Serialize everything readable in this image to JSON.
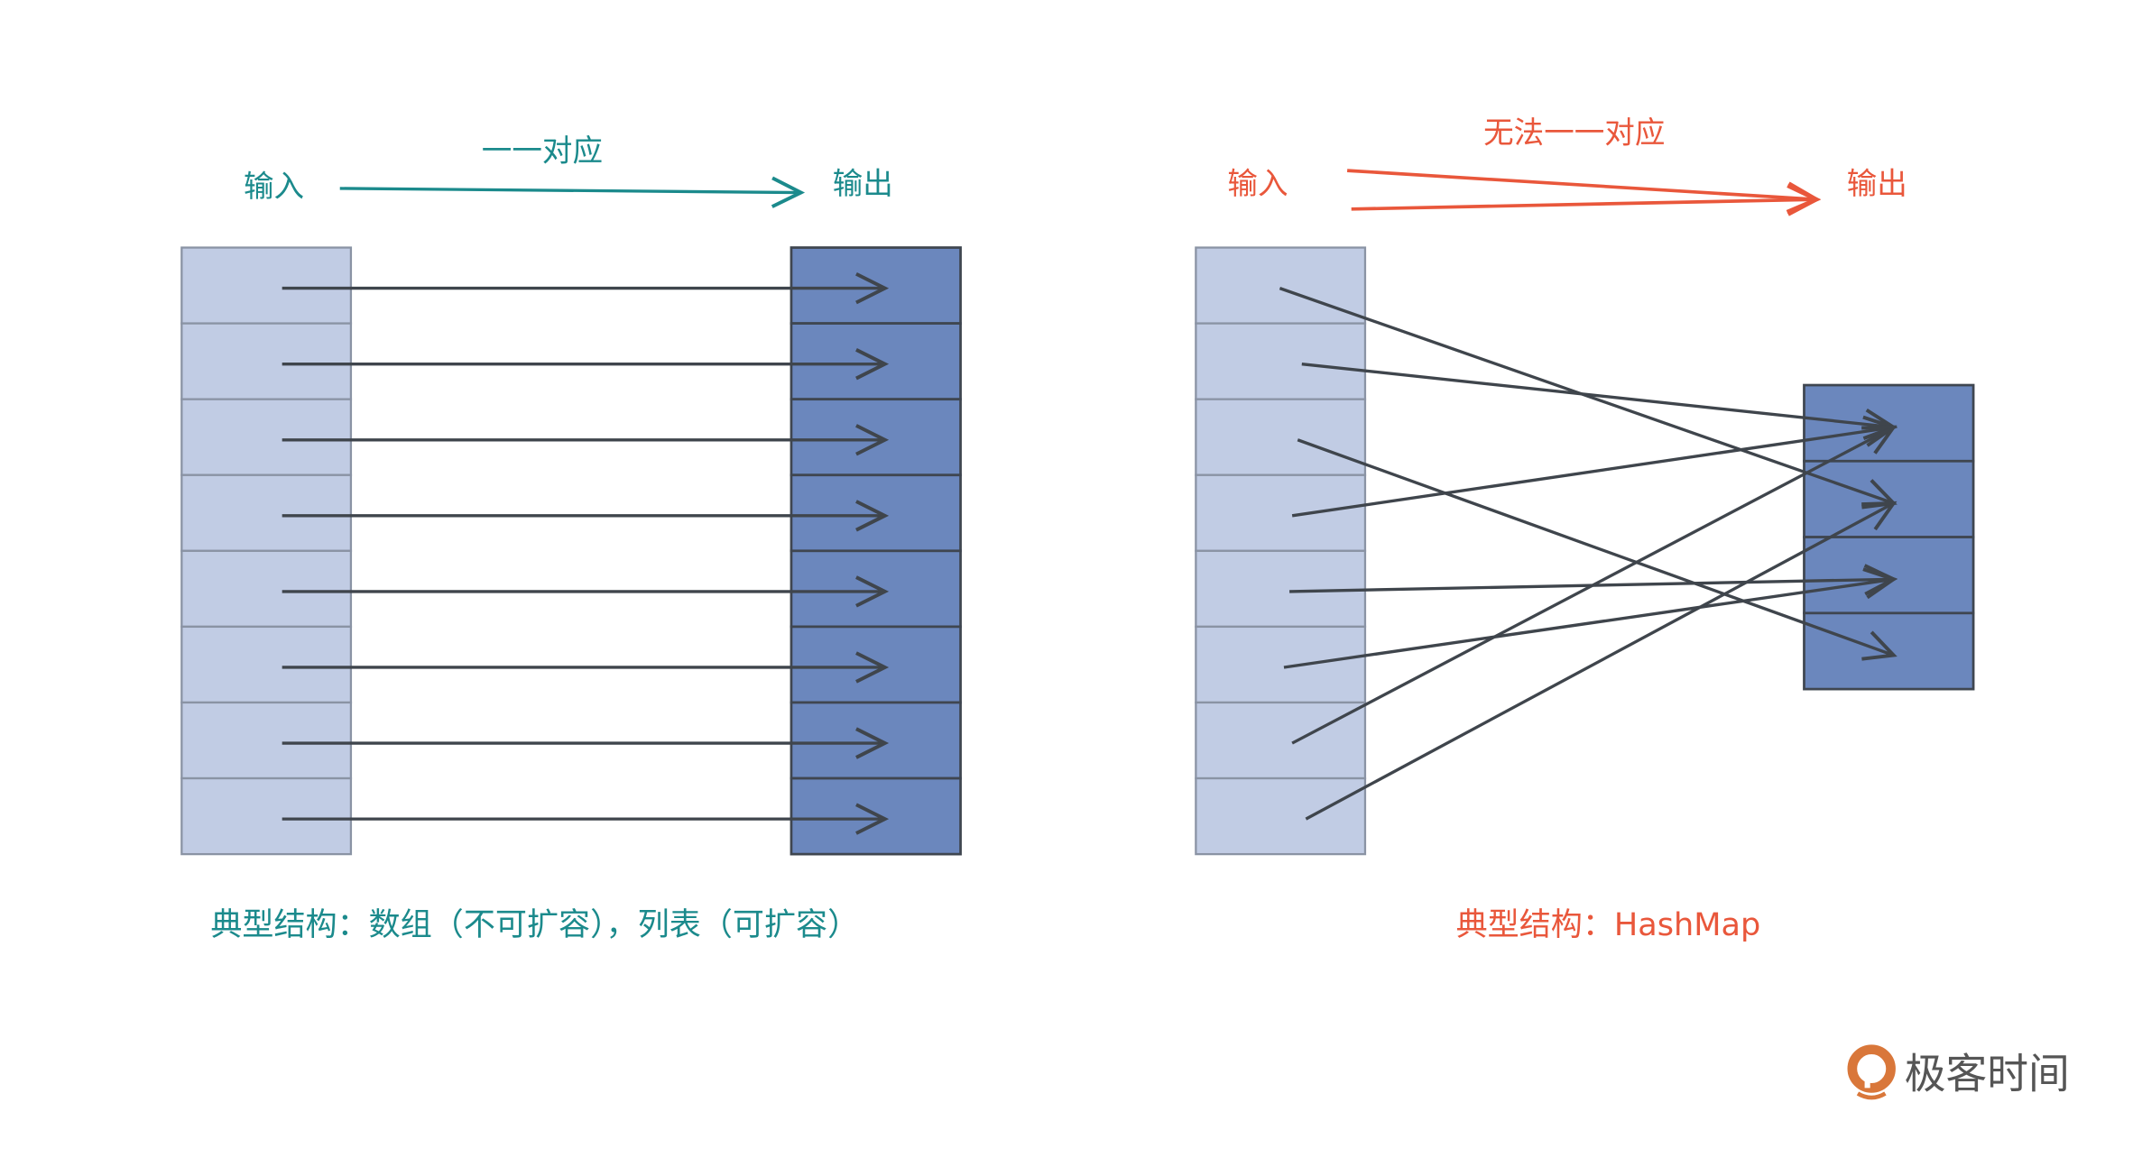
{
  "left": {
    "input_label": "输入",
    "output_label": "输出",
    "relation_label": "一一对应",
    "caption": "典型结构：数组（不可扩容），列表（可扩容）",
    "input_cells": 8,
    "output_cells": 8,
    "mappings": [
      [
        0,
        0
      ],
      [
        1,
        1
      ],
      [
        2,
        2
      ],
      [
        3,
        3
      ],
      [
        4,
        4
      ],
      [
        5,
        5
      ],
      [
        6,
        6
      ],
      [
        7,
        7
      ]
    ],
    "color": "#1b8a8c"
  },
  "right": {
    "input_label": "输入",
    "output_label": "输出",
    "relation_label": "无法一一对应",
    "caption": "典型结构：HashMap",
    "input_cells": 8,
    "output_cells": 4,
    "mappings": [
      [
        0,
        1
      ],
      [
        1,
        0
      ],
      [
        2,
        3
      ],
      [
        3,
        0
      ],
      [
        4,
        2
      ],
      [
        5,
        2
      ],
      [
        6,
        0
      ],
      [
        7,
        1
      ]
    ],
    "color": "#e9573b"
  },
  "logo": {
    "text": "极客时间"
  }
}
